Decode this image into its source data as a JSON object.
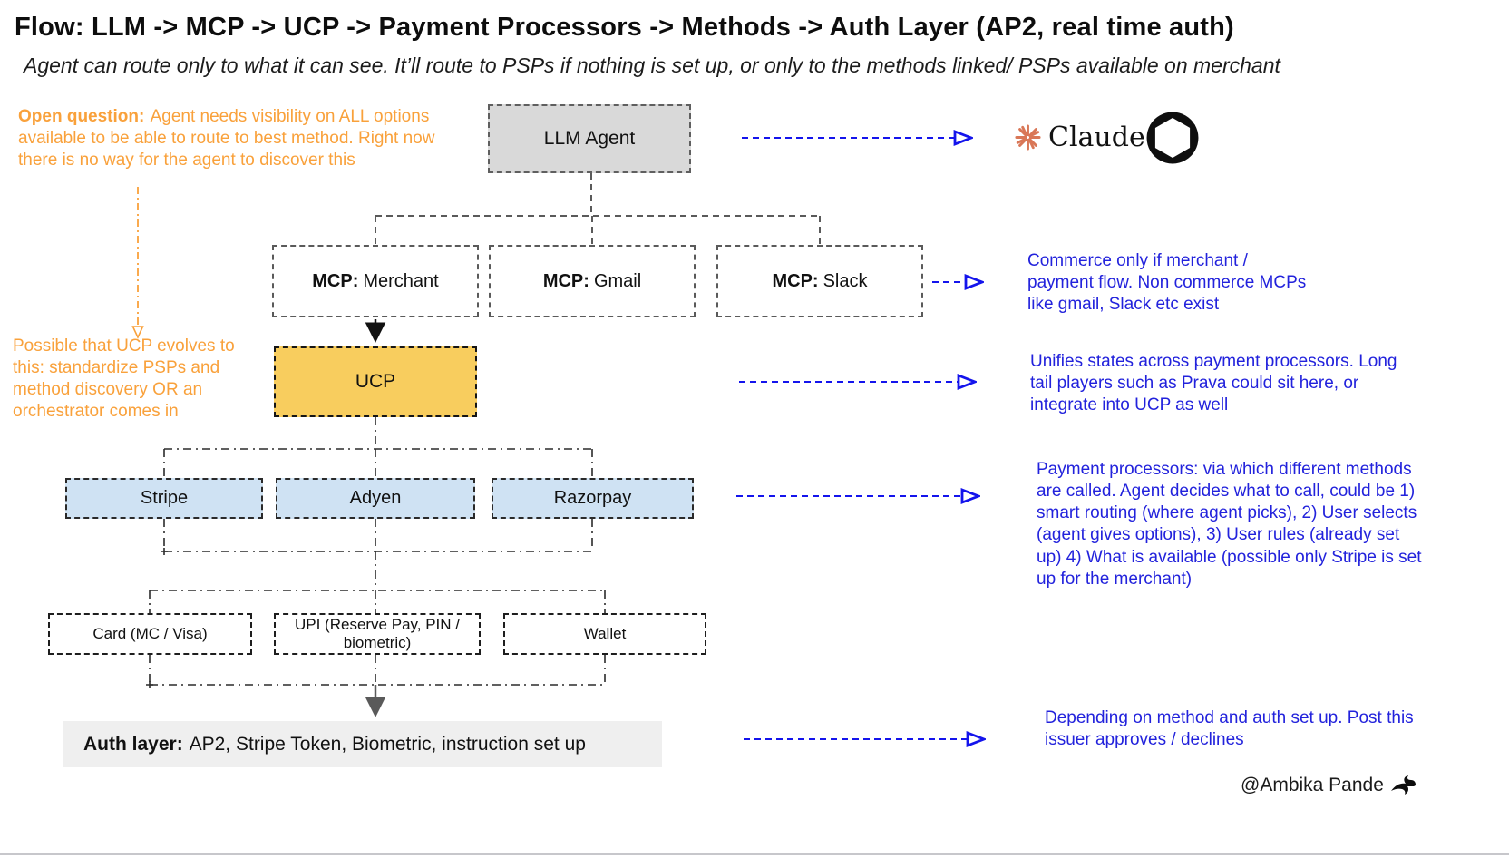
{
  "title": "Flow: LLM -> MCP -> UCP -> Payment Processors -> Methods -> Auth Layer (AP2, real time auth)",
  "subtitle": "Agent can route only to what it can see. It’ll route to PSPs if nothing is set up, or only to the methods linked/ PSPs available on merchant",
  "notes": {
    "open_question": {
      "lead": "Open question:",
      "body": "Agent needs visibility on ALL options available to be able to route to best method. Right now there is no way for the agent to discover this"
    },
    "ucp_evolution": "Possible that UCP evolves to this: standardize PSPs and method discovery OR an orchestrator comes in"
  },
  "annotations": {
    "mcp": "Commerce only if merchant / payment flow. Non commerce MCPs like gmail, Slack etc exist",
    "ucp": "Unifies states across payment processors. Long tail players such as Prava could sit here, or integrate into UCP as well",
    "psp": "Payment processors: via which different methods are called. Agent decides what to call, could be 1) smart routing (where agent picks), 2) User selects (agent gives options), 3) User rules (already set up) 4) What is available (possible only Stripe is set up for the merchant)",
    "auth": "Depending on method and auth set up. Post this issuer approves / declines"
  },
  "nodes": {
    "llm_agent": "LLM Agent",
    "mcp_boxes": [
      {
        "prefix": "MCP:",
        "name": "Merchant"
      },
      {
        "prefix": "MCP:",
        "name": "Gmail"
      },
      {
        "prefix": "MCP:",
        "name": "Slack"
      }
    ],
    "ucp": "UCP",
    "psps": [
      "Stripe",
      "Adyen",
      "Razorpay"
    ],
    "methods": [
      "Card (MC / Visa)",
      "UPI (Reserve Pay, PIN / biometric)",
      "Wallet"
    ],
    "auth_layer": {
      "lead": "Auth layer:",
      "body": "AP2, Stripe Token, Biometric, instruction set up"
    }
  },
  "logos": {
    "claude_wordmark": "Claude",
    "claude_icon": "claude-starburst-icon",
    "openai_icon": "openai-logo-icon"
  },
  "attribution": "@Ambika Pande",
  "colors": {
    "orange_note": "#F9A13B",
    "blue_text": "#2222DC",
    "blue_arrow": "#1414EC",
    "ucp_fill": "#F8CD5E",
    "psp_fill": "#CFE2F3",
    "llm_fill": "#D9D9D9",
    "auth_fill": "#EFEFEF",
    "claude_coral": "#D97757"
  }
}
